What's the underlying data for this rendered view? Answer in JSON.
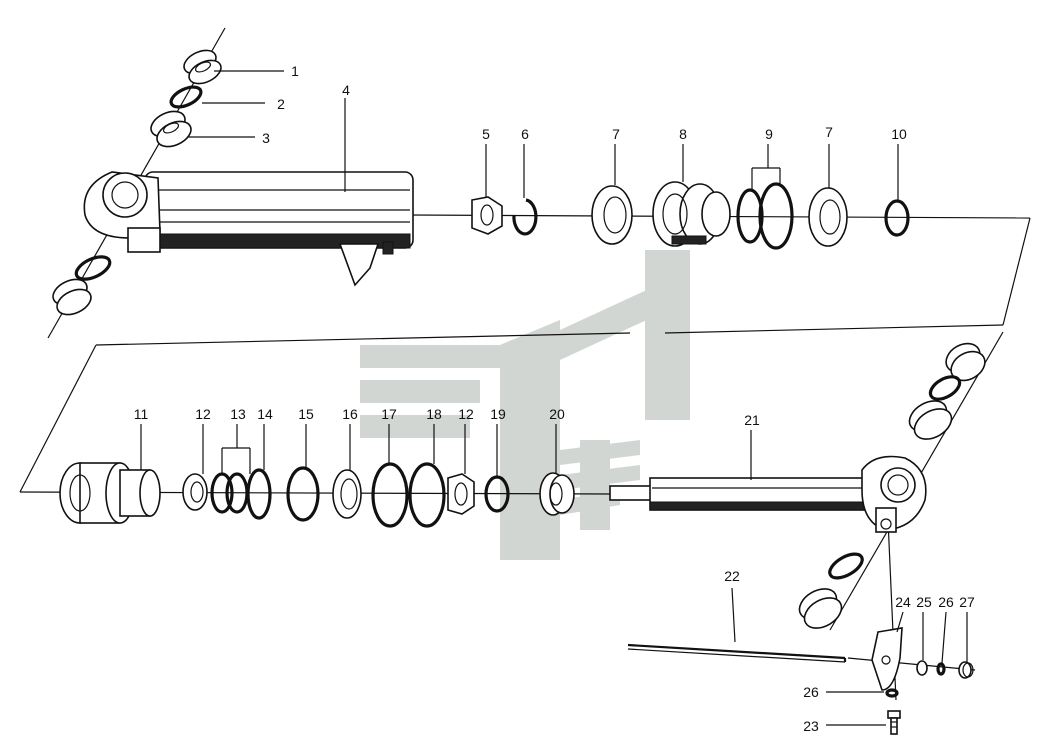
{
  "diagram": {
    "callouts": [
      {
        "id": "c1",
        "text": "1"
      },
      {
        "id": "c2",
        "text": "2"
      },
      {
        "id": "c3",
        "text": "3"
      },
      {
        "id": "c4",
        "text": "4"
      },
      {
        "id": "c5",
        "text": "5"
      },
      {
        "id": "c6",
        "text": "6"
      },
      {
        "id": "c7a",
        "text": "7"
      },
      {
        "id": "c8",
        "text": "8"
      },
      {
        "id": "c9",
        "text": "9"
      },
      {
        "id": "c7b",
        "text": "7"
      },
      {
        "id": "c10",
        "text": "10"
      },
      {
        "id": "c11",
        "text": "11"
      },
      {
        "id": "c12a",
        "text": "12"
      },
      {
        "id": "c13",
        "text": "13"
      },
      {
        "id": "c14",
        "text": "14"
      },
      {
        "id": "c15",
        "text": "15"
      },
      {
        "id": "c16",
        "text": "16"
      },
      {
        "id": "c17",
        "text": "17"
      },
      {
        "id": "c18",
        "text": "18"
      },
      {
        "id": "c12b",
        "text": "12"
      },
      {
        "id": "c19",
        "text": "19"
      },
      {
        "id": "c20",
        "text": "20"
      },
      {
        "id": "c21",
        "text": "21"
      },
      {
        "id": "c22",
        "text": "22"
      },
      {
        "id": "c24",
        "text": "24"
      },
      {
        "id": "c25",
        "text": "25"
      },
      {
        "id": "c26a",
        "text": "26"
      },
      {
        "id": "c27",
        "text": "27"
      },
      {
        "id": "c26b",
        "text": "26"
      },
      {
        "id": "c23",
        "text": "23"
      }
    ],
    "colors": {
      "ink": "#111111",
      "watermark": "#c9cfcb",
      "background": "#ffffff"
    }
  }
}
